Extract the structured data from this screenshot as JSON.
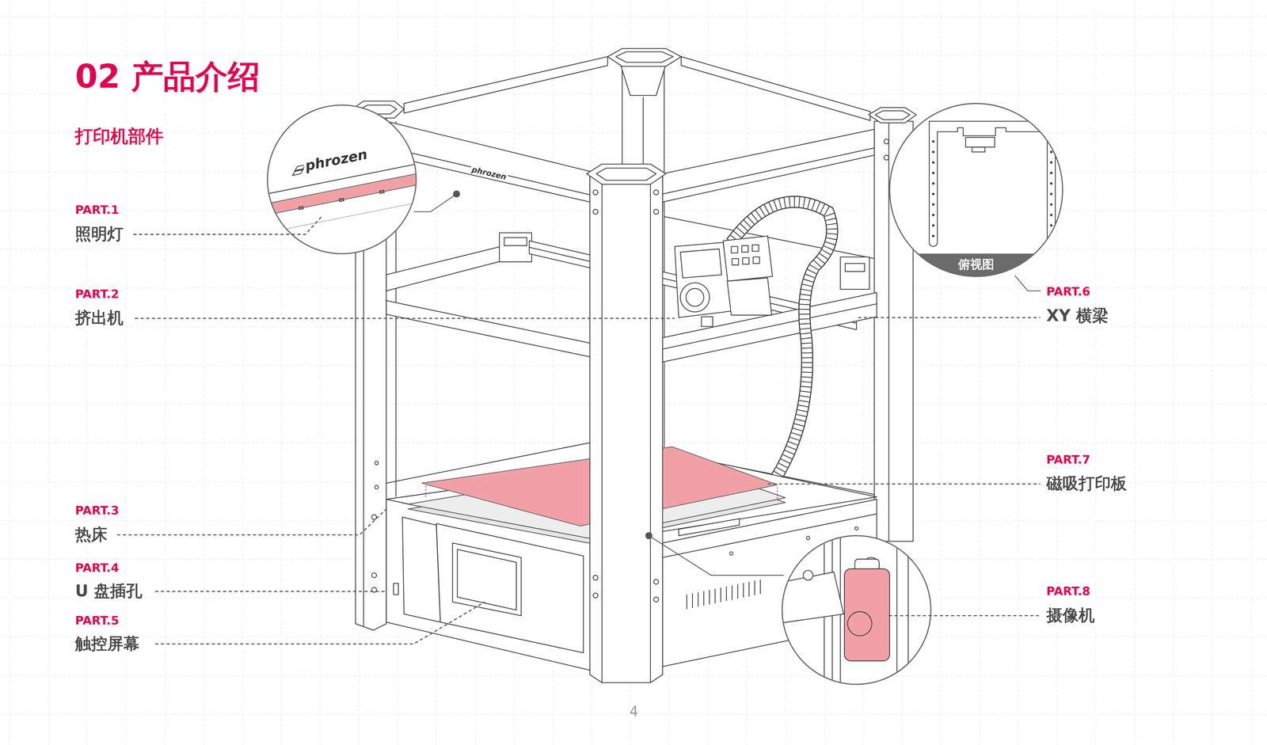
{
  "diagram": {
    "title": "02 产品介绍",
    "nodes": [
      {
        "text": [
          "俯视图"
        ]
      }
    ],
    "labels": [
      "打印机部件",
      "PART.1",
      "照明灯",
      "PART.2",
      "挤出机",
      "PART.3",
      "热床",
      "PART.4",
      "U 盘插孔",
      "PART.5",
      "触控屏幕",
      "PART.6",
      "XY 横梁",
      "PART.7",
      "磁吸打印板",
      "PART.8",
      "摄像机",
      "phrozen",
      "phrozen",
      "4"
    ]
  }
}
